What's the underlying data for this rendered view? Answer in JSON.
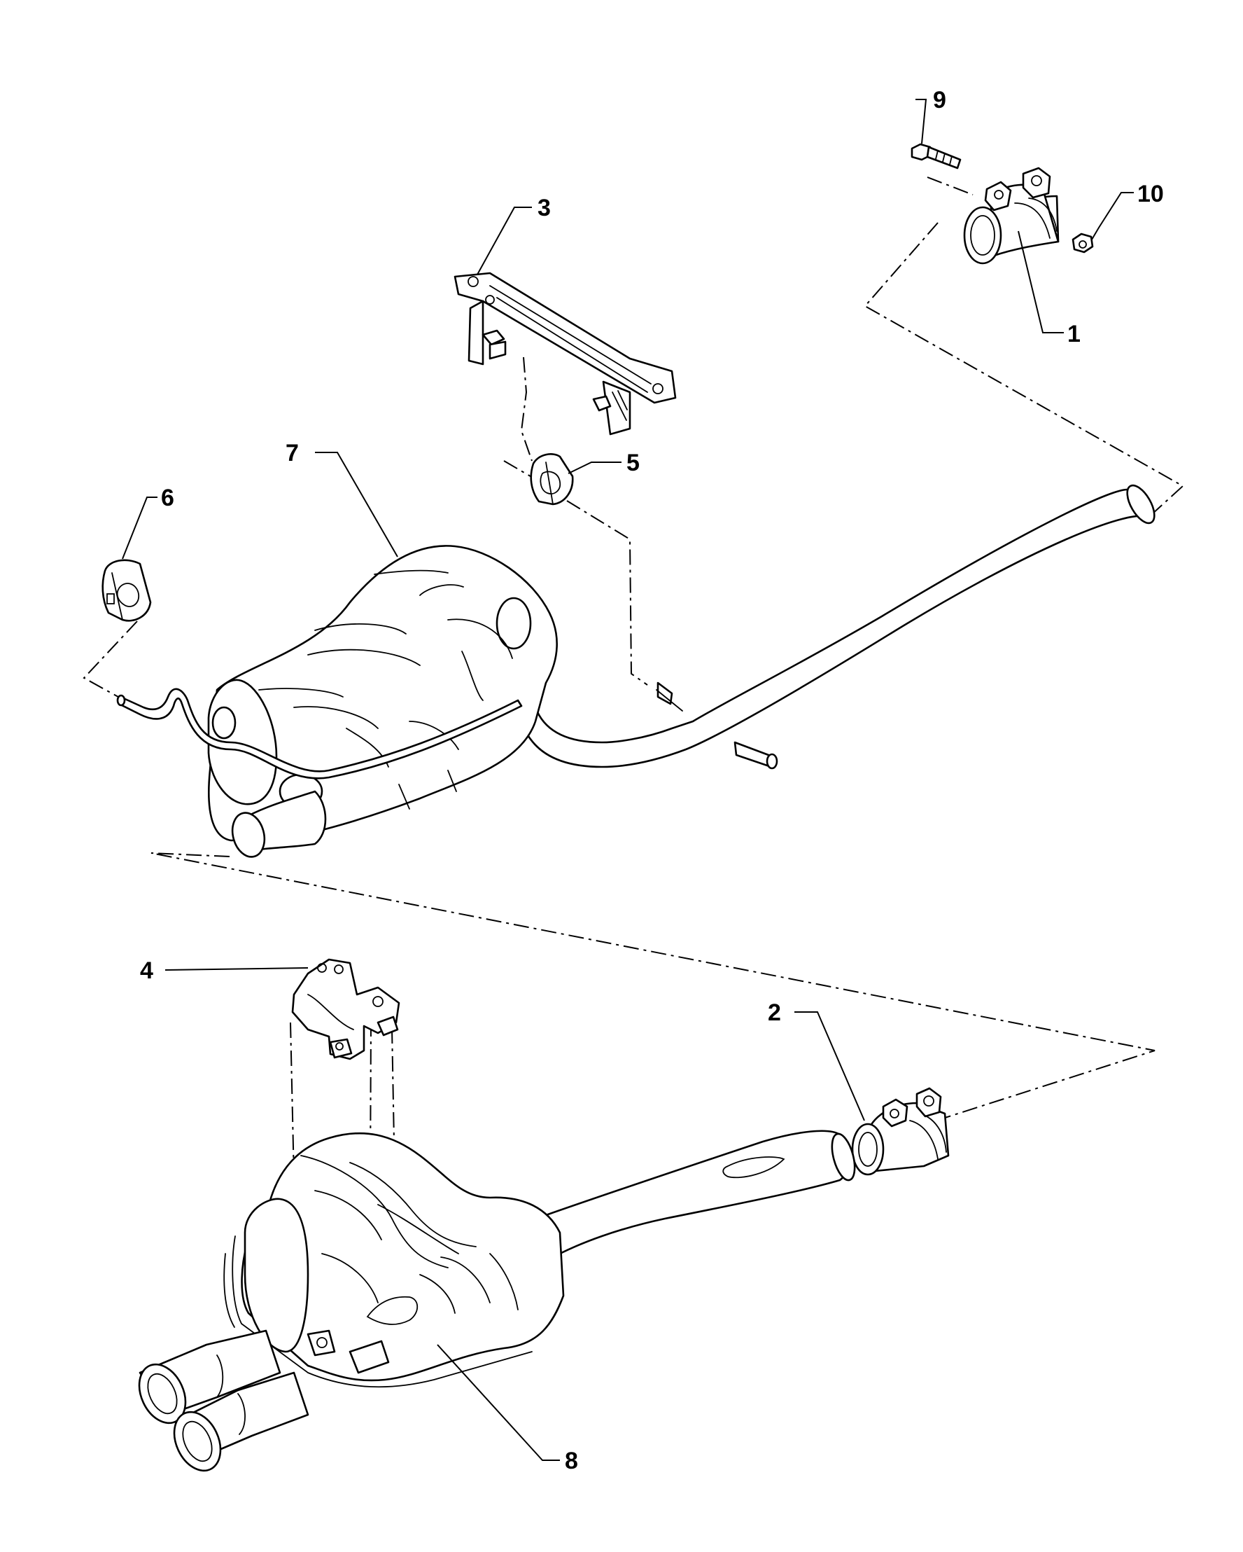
{
  "diagram": {
    "callouts": [
      {
        "id": "1",
        "text": "1"
      },
      {
        "id": "2",
        "text": "2"
      },
      {
        "id": "3",
        "text": "3"
      },
      {
        "id": "4",
        "text": "4"
      },
      {
        "id": "5",
        "text": "5"
      },
      {
        "id": "6",
        "text": "6"
      },
      {
        "id": "7",
        "text": "7"
      },
      {
        "id": "8",
        "text": "8"
      },
      {
        "id": "9",
        "text": "9"
      },
      {
        "id": "10",
        "text": "10"
      }
    ],
    "colors": {
      "ink": "#000000",
      "paper": "#ffffff"
    }
  }
}
